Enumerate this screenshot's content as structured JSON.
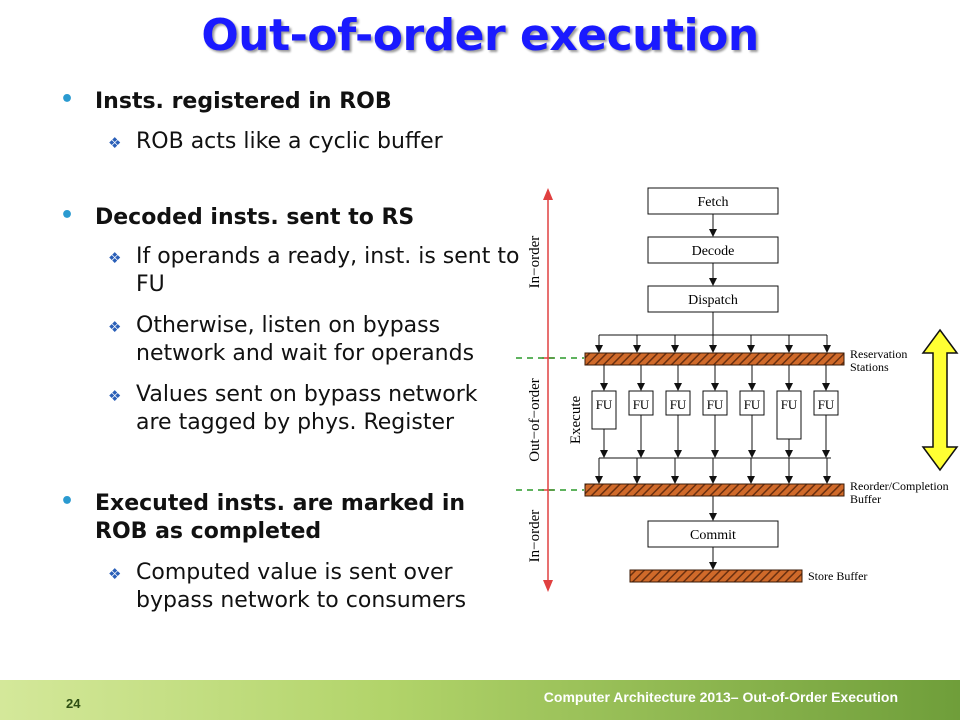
{
  "slide": {
    "title": "Out-of-order execution",
    "page_number": "24",
    "footer_text": "Computer Architecture 2013– Out-of-Order Execution"
  },
  "bullets": [
    {
      "text": "Insts. registered in ROB",
      "subs": [
        "ROB acts like a cyclic buffer"
      ]
    },
    {
      "text": "Decoded insts. sent to RS",
      "subs": [
        "If operands a ready, inst. is sent to FU",
        "Otherwise, listen on bypass network and wait for operands",
        "Values sent on bypass network are tagged by phys. Register"
      ]
    },
    {
      "text": "Executed insts. are marked in ROB as completed",
      "subs": [
        "Computed value is sent over bypass network to consumers"
      ]
    }
  ],
  "diagram": {
    "stages": {
      "fetch": "Fetch",
      "decode": "Decode",
      "dispatch": "Dispatch",
      "commit": "Commit"
    },
    "fu_label": "FU",
    "fu_count": 7,
    "buffers": {
      "reservation": "Reservation\nStations",
      "reorder": "Reorder/Completion\nBuffer",
      "store": "Store Buffer"
    },
    "side_labels": {
      "in_order_top": "In−order",
      "out_of_order": "Out−of−order",
      "in_order_bottom": "In−order",
      "execute": "Execute"
    },
    "colors": {
      "arrow_red": "#e04040",
      "dashed_green": "#2a9a2a",
      "hatch_brown": "#8a4a1a",
      "hatch_orange": "#d06a2a",
      "highlight_yellow": "#ffff33"
    }
  }
}
